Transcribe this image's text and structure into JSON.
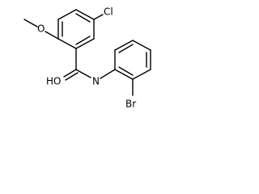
{
  "molecule": {
    "labels": {
      "chlorine": "Cl",
      "methoxy_oxygen": "O",
      "carbonyl_oxygen": "HO",
      "amide_nitrogen": "N",
      "bromine": "Br"
    },
    "colors": {
      "bond": "#000000",
      "label": "#000000",
      "background": "#ffffff"
    }
  }
}
